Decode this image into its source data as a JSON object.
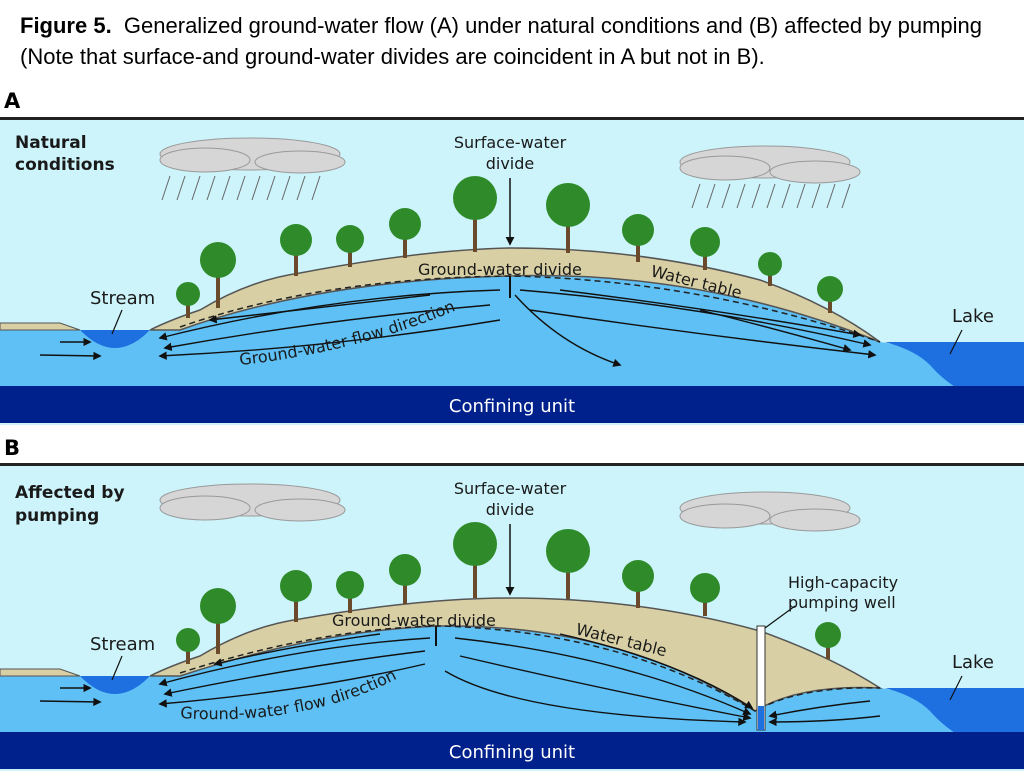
{
  "caption": {
    "label": "Figure 5.",
    "text": "Generalized ground-water flow (A) under natural conditions and (B) affected by pumping (Note that surface-and ground-water divides are coincident in A but not in B)."
  },
  "panel_a": {
    "letter": "A",
    "heading_line1": "Natural",
    "heading_line2": "conditions",
    "surface_divide_line1": "Surface-water",
    "surface_divide_line2": "divide",
    "ground_divide": "Ground-water divide",
    "water_table": "Water table",
    "stream": "Stream",
    "lake": "Lake",
    "flow_direction": "Ground-water flow direction",
    "confining_unit": "Confining unit"
  },
  "panel_b": {
    "letter": "B",
    "heading_line1": "Affected by",
    "heading_line2": "pumping",
    "surface_divide_line1": "Surface-water",
    "surface_divide_line2": "divide",
    "ground_divide": "Ground-water divide",
    "water_table": "Water table",
    "stream": "Stream",
    "lake": "Lake",
    "well_line1": "High-capacity",
    "well_line2": "pumping well",
    "flow_direction": "Ground-water flow direction",
    "confining_unit": "Confining unit"
  },
  "colors": {
    "sky": "#ccf4fa",
    "groundwater": "#5ec0f4",
    "surface_water": "#1e6fe0",
    "land": "#d8d0a4",
    "confining_unit": "#00208c",
    "tree_canopy": "#2f8a2a",
    "cloud": "#d6d6d6"
  }
}
